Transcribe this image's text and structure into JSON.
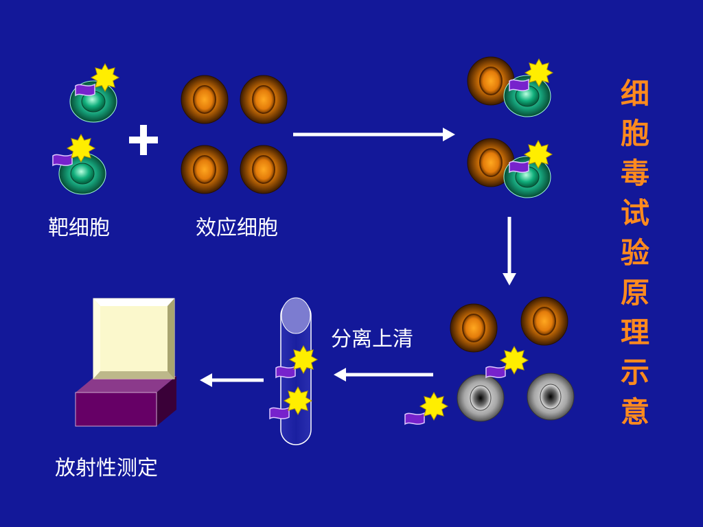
{
  "labels": {
    "target_cells": "靶细胞",
    "effector_cells": "效应细胞",
    "separate_supernatant": "分离上清",
    "radioactivity_measurement": "放射性测定"
  },
  "title_chars": [
    "细",
    "胞",
    "毒",
    "试",
    "验",
    "原",
    "理",
    "示",
    "意"
  ],
  "plus_symbol": "+",
  "colors": {
    "background": "#131899",
    "title": "#ff8a1e",
    "text": "#ffffff",
    "star": "#ffee00",
    "flag": "#7722cc",
    "target_cell": "#14a37a",
    "effector_cell": "#f08a10",
    "dead_cell": "#b0b0b0",
    "detector_top": "#fbf8cc",
    "detector_base": "#660066"
  }
}
